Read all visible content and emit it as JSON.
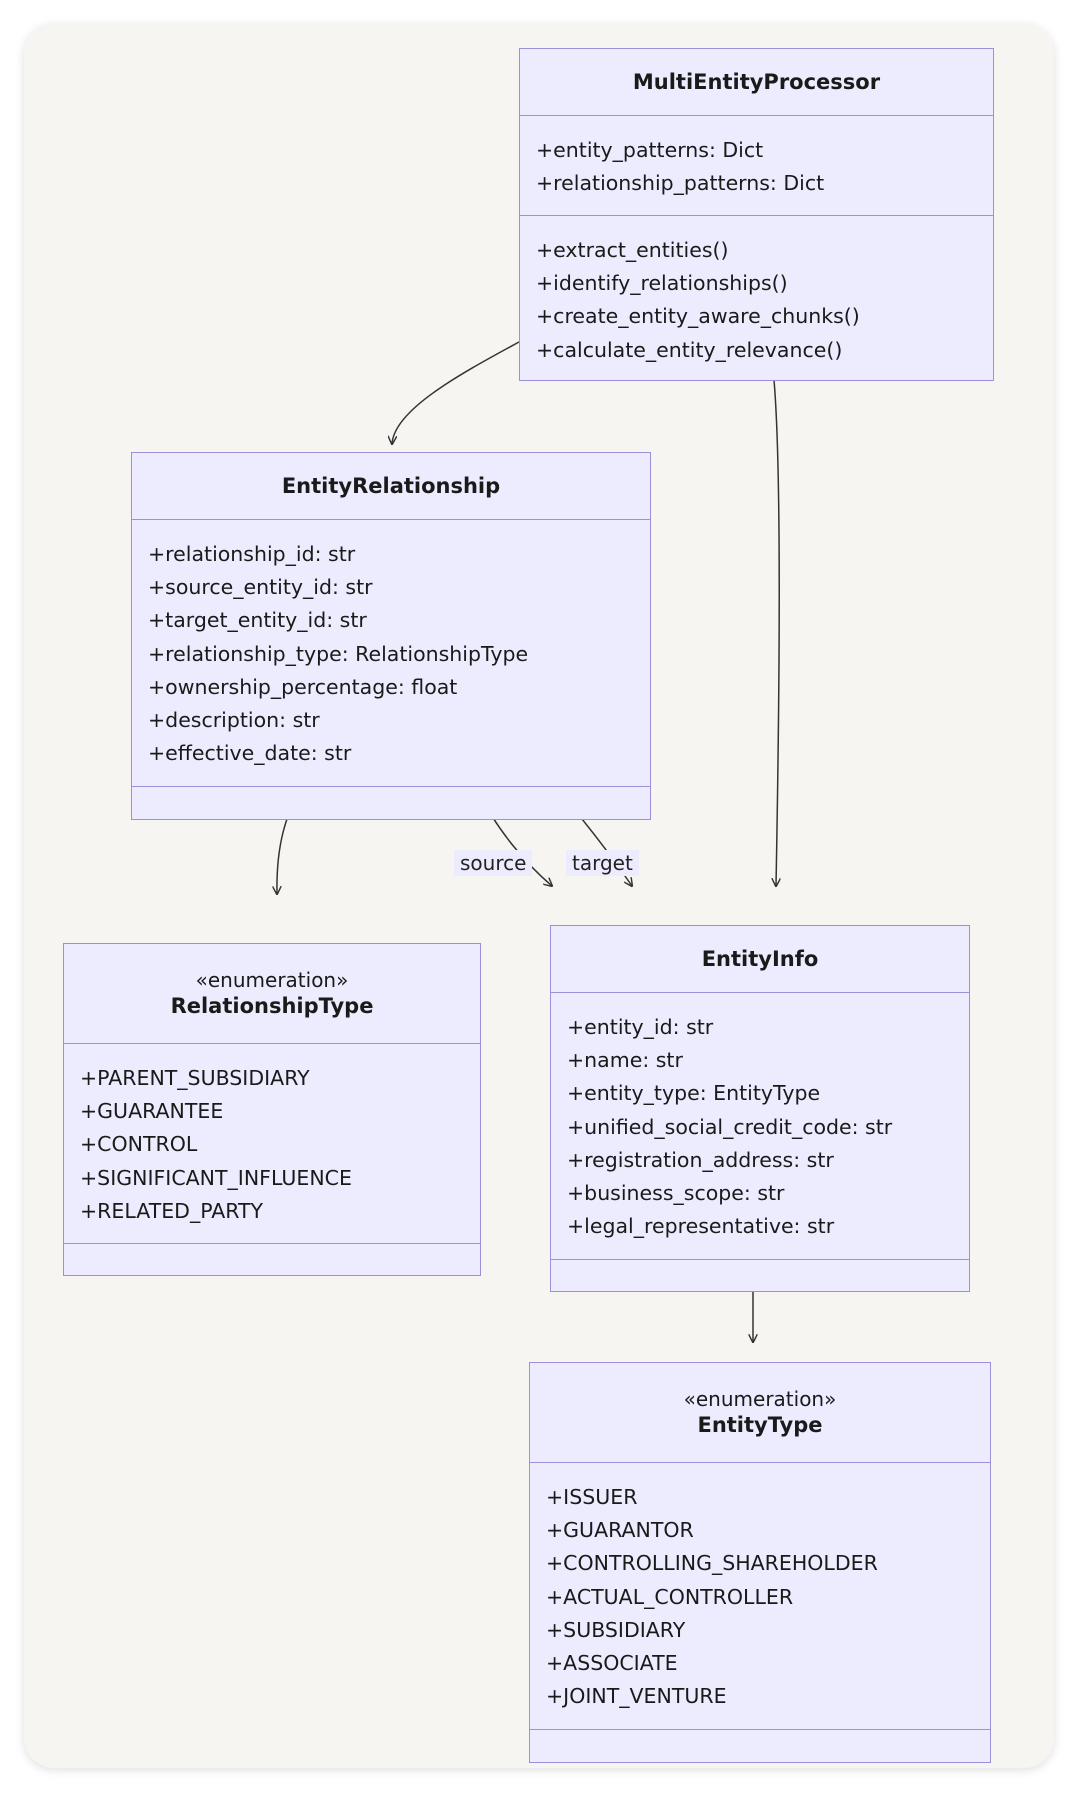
{
  "classes": {
    "multi_entity_processor": {
      "name": "MultiEntityProcessor",
      "attributes": [
        "+entity_patterns: Dict",
        "+relationship_patterns: Dict"
      ],
      "methods": [
        "+extract_entities()",
        "+identify_relationships()",
        "+create_entity_aware_chunks()",
        "+calculate_entity_relevance()"
      ]
    },
    "entity_relationship": {
      "name": "EntityRelationship",
      "attributes": [
        "+relationship_id: str",
        "+source_entity_id: str",
        "+target_entity_id: str",
        "+relationship_type: RelationshipType",
        "+ownership_percentage: float",
        "+description: str",
        "+effective_date: str"
      ],
      "methods": []
    },
    "relationship_type": {
      "stereotype": "«enumeration»",
      "name": "RelationshipType",
      "attributes": [
        "+PARENT_SUBSIDIARY",
        "+GUARANTEE",
        "+CONTROL",
        "+SIGNIFICANT_INFLUENCE",
        "+RELATED_PARTY"
      ],
      "methods": []
    },
    "entity_info": {
      "name": "EntityInfo",
      "attributes": [
        "+entity_id: str",
        "+name: str",
        "+entity_type: EntityType",
        "+unified_social_credit_code: str",
        "+registration_address: str",
        "+business_scope: str",
        "+legal_representative: str"
      ],
      "methods": []
    },
    "entity_type": {
      "stereotype": "«enumeration»",
      "name": "EntityType",
      "attributes": [
        "+ISSUER",
        "+GUARANTOR",
        "+CONTROLLING_SHAREHOLDER",
        "+ACTUAL_CONTROLLER",
        "+SUBSIDIARY",
        "+ASSOCIATE",
        "+JOINT_VENTURE"
      ],
      "methods": []
    }
  },
  "edges": [
    {
      "from": "MultiEntityProcessor",
      "to": "EntityRelationship",
      "label": ""
    },
    {
      "from": "MultiEntityProcessor",
      "to": "EntityInfo",
      "label": ""
    },
    {
      "from": "EntityRelationship",
      "to": "RelationshipType",
      "label": ""
    },
    {
      "from": "EntityRelationship",
      "to": "EntityInfo",
      "label": "source"
    },
    {
      "from": "EntityRelationship",
      "to": "EntityInfo",
      "label": "target"
    },
    {
      "from": "EntityInfo",
      "to": "EntityType",
      "label": ""
    }
  ],
  "colors": {
    "node_fill": "#ececfe",
    "node_border": "#9d8fd8",
    "edge": "#333333",
    "background": "#f6f5f2"
  }
}
